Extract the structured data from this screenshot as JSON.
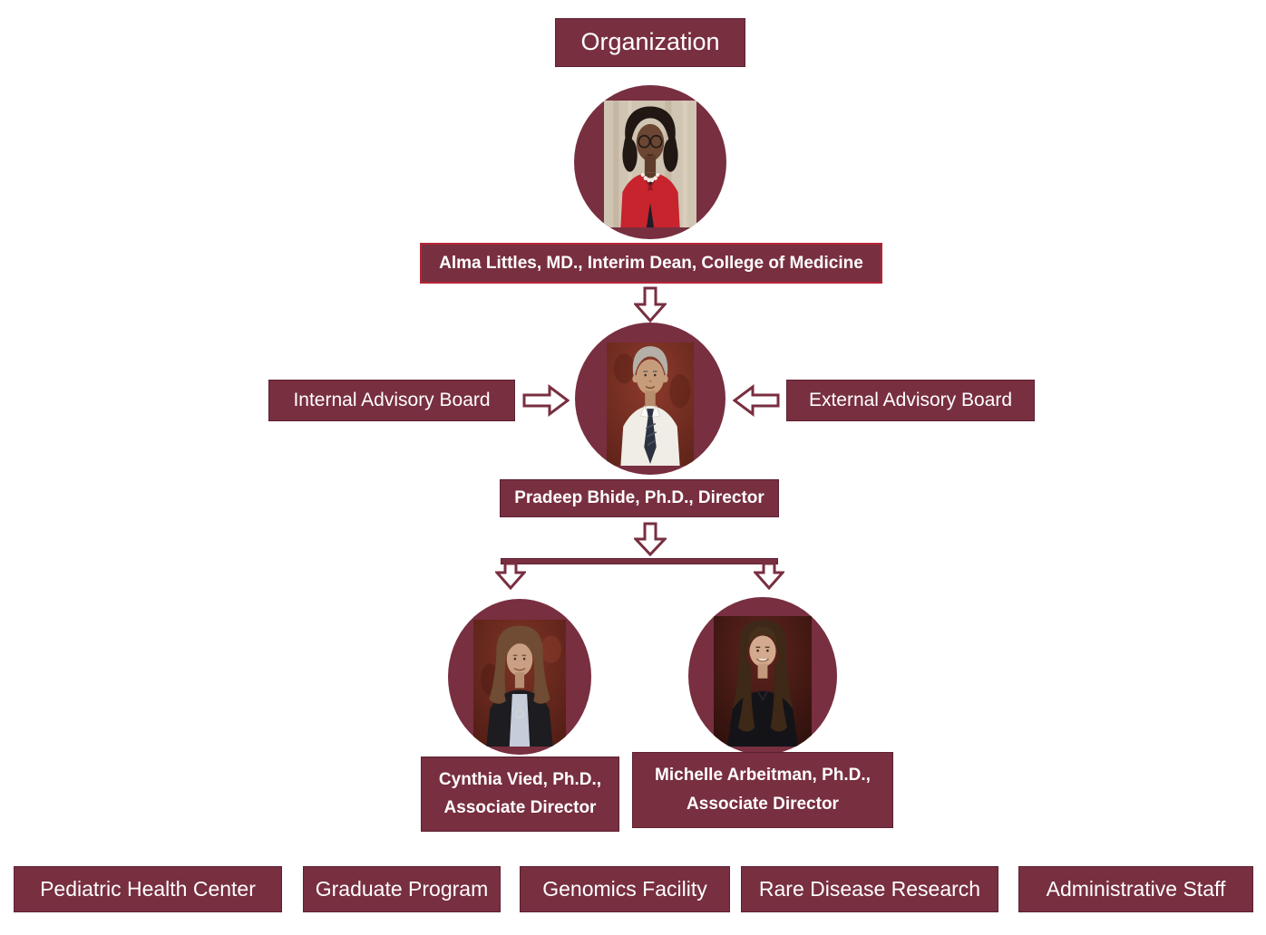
{
  "colors": {
    "garnet": "#782F40",
    "garnet_dark": "#5e2133",
    "red": "#b52534"
  },
  "org": {
    "title": "Organization",
    "dean": {
      "label": "Alma Littles, MD., Interim Dean, College of Medicine",
      "photo": "alma-littles-portrait"
    },
    "internal_board": "Internal Advisory Board",
    "external_board": "External Advisory Board",
    "director": {
      "label": "Pradeep Bhide, Ph.D., Director",
      "photo": "pradeep-bhide-portrait"
    },
    "associate_directors": [
      {
        "line1": "Cynthia Vied, Ph.D.,",
        "line2": "Associate Director",
        "photo": "cynthia-vied-portrait"
      },
      {
        "line1": "Michelle Arbeitman, Ph.D.,",
        "line2": "Associate Director",
        "photo": "michelle-arbeitman-portrait"
      }
    ],
    "units": [
      "Pediatric Health Center",
      "Graduate Program",
      "Genomics Facility",
      "Rare Disease Research",
      "Administrative Staff"
    ]
  }
}
